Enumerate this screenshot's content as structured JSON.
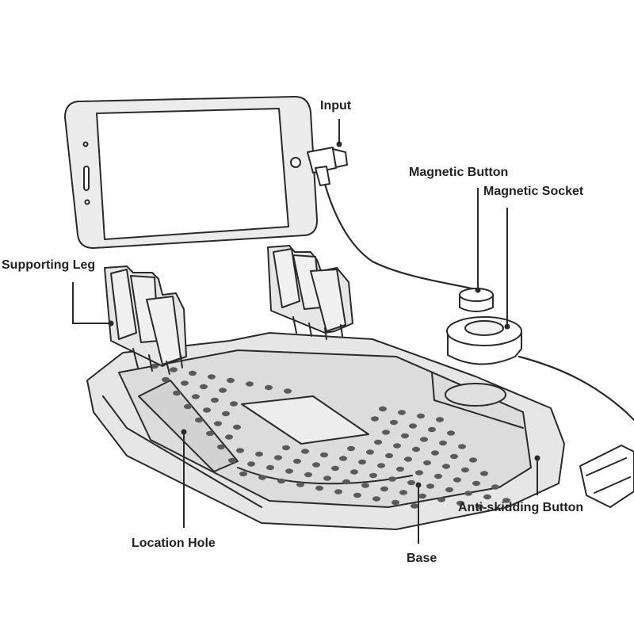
{
  "labels": {
    "input": "Input",
    "magnetic_button": "Magnetic Button",
    "magnetic_socket": "Magnetic Socket",
    "supporting_leg": "Supporting Leg",
    "location_hole": "Location Hole",
    "base": "Base",
    "anti_skidding_button": "Anti-skidding Button"
  },
  "colors": {
    "line": "#2a2a2a",
    "fill": "#e6e6e6",
    "background": "#ffffff"
  }
}
